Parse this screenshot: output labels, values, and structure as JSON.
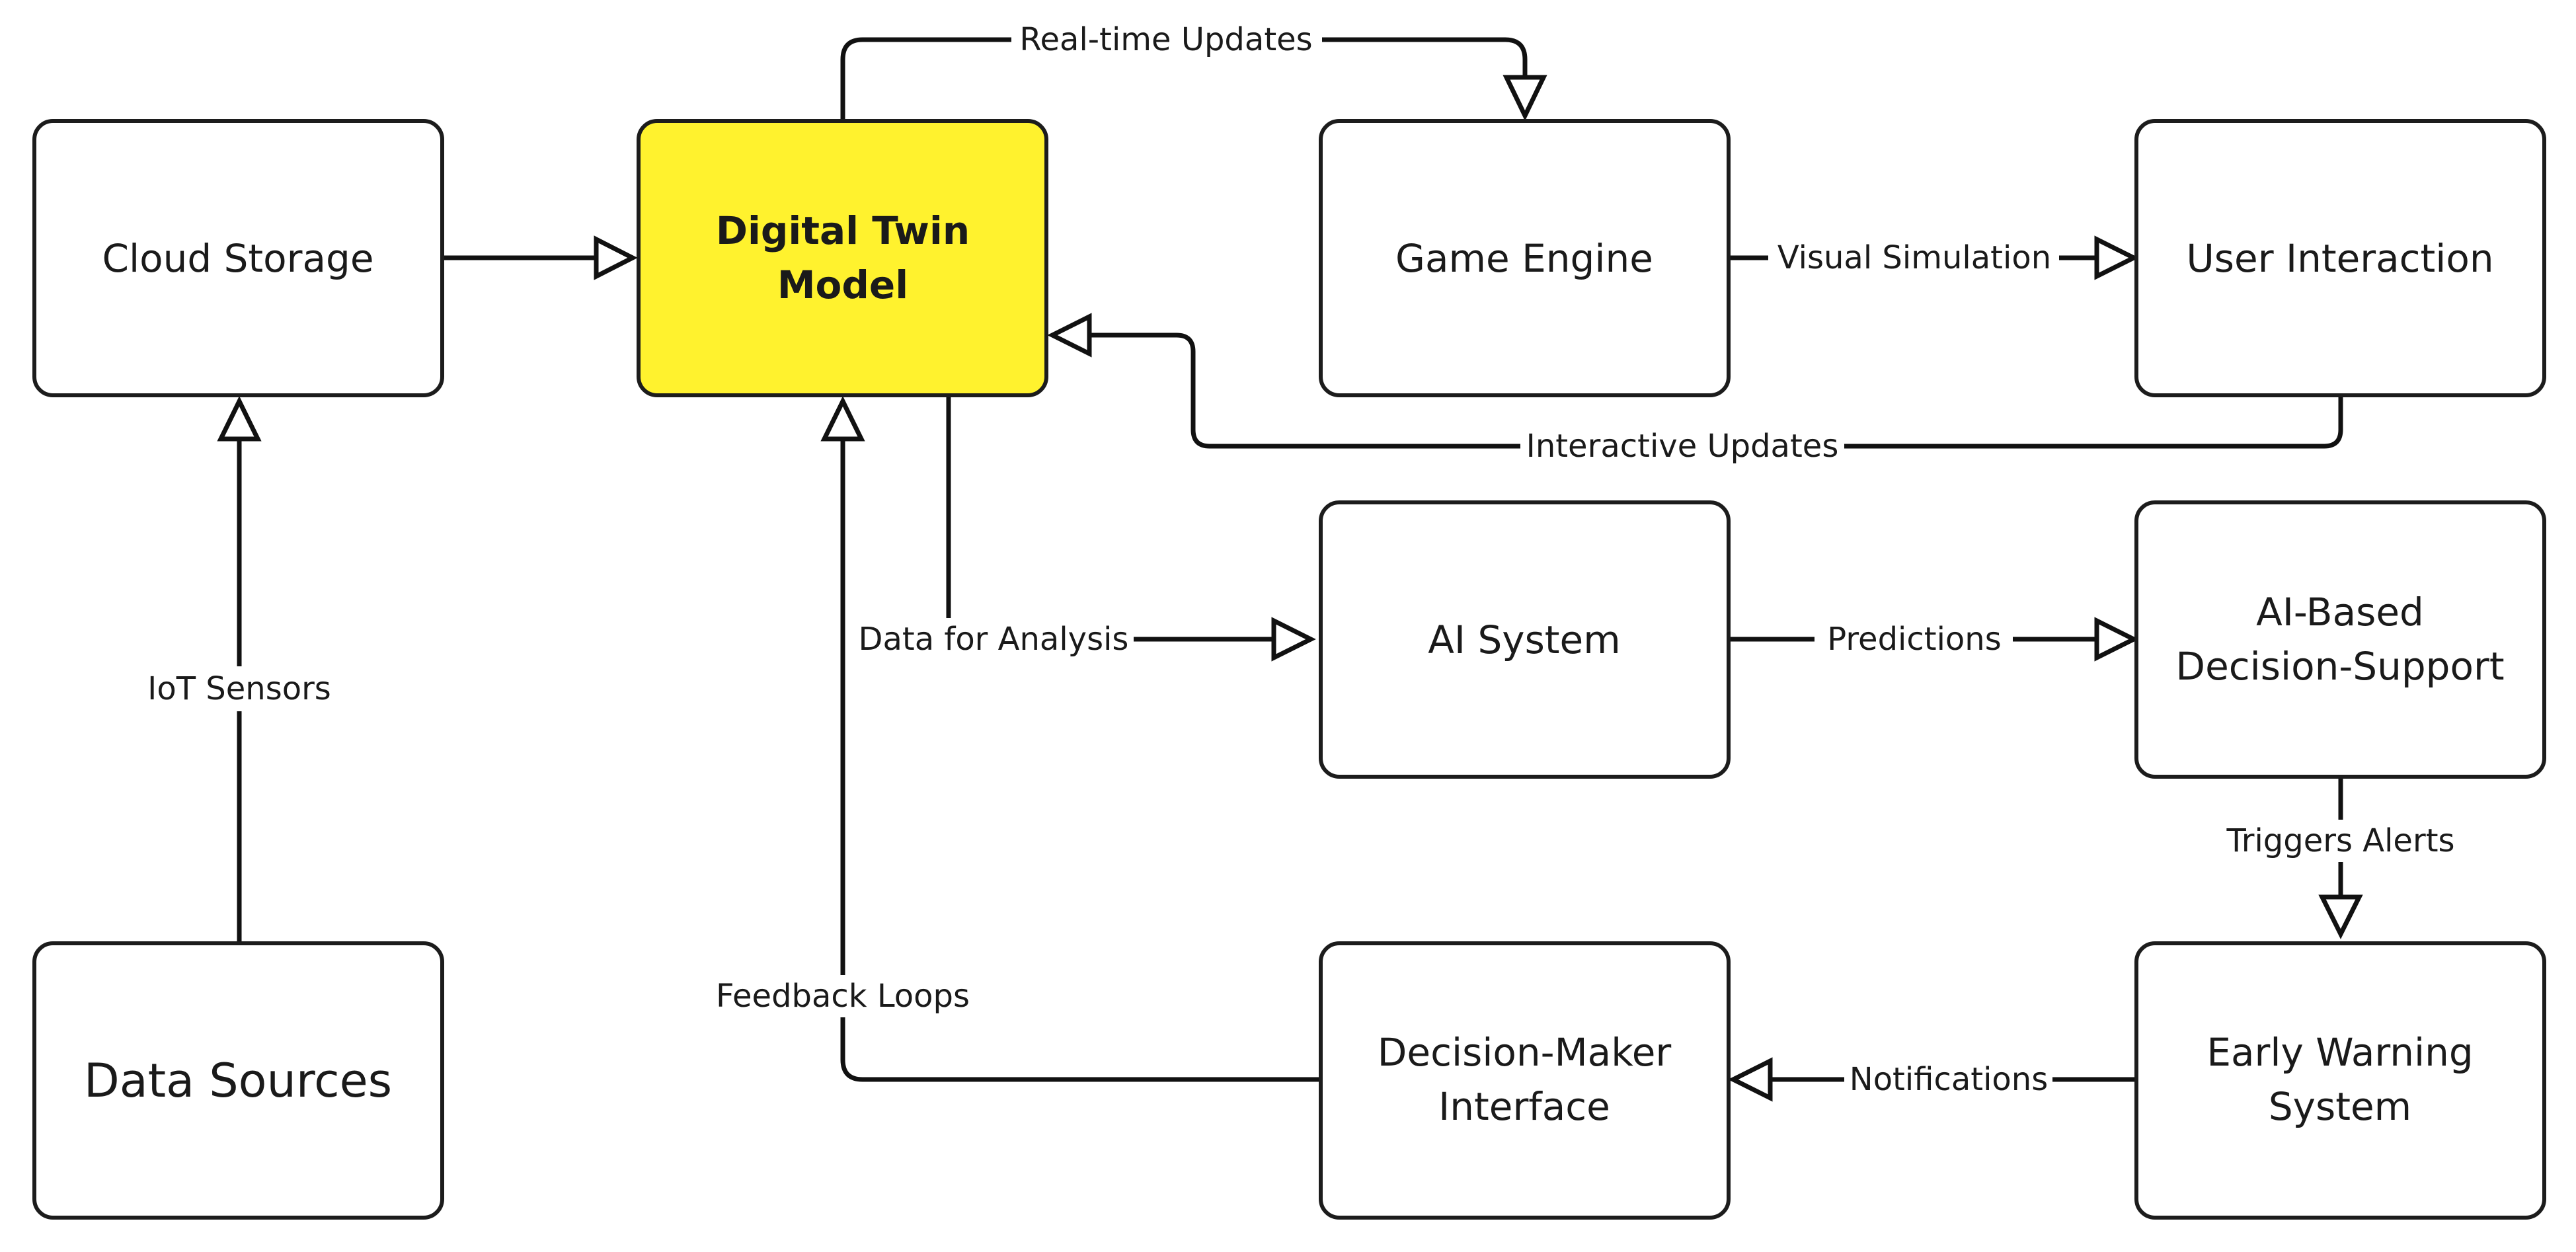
{
  "nodes": {
    "cloud_storage": {
      "label": "Cloud Storage"
    },
    "digital_twin": {
      "line1": "Digital Twin",
      "line2": "Model"
    },
    "game_engine": {
      "label": "Game Engine"
    },
    "user_interaction": {
      "label": "User Interaction"
    },
    "ai_system": {
      "label": "AI System"
    },
    "ai_decision_support": {
      "line1": "AI-Based",
      "line2": "Decision-Support"
    },
    "data_sources": {
      "label": "Data Sources"
    },
    "decision_maker": {
      "line1": "Decision-Maker",
      "line2": "Interface"
    },
    "early_warning": {
      "line1": "Early Warning",
      "line2": "System"
    }
  },
  "edges": {
    "realtime_updates": "Real-time Updates",
    "visual_simulation": "Visual Simulation",
    "interactive_updates": "Interactive Updates",
    "data_for_analysis": "Data for Analysis",
    "predictions": "Predictions",
    "iot_sensors": "IoT Sensors",
    "triggers_alerts": "Triggers Alerts",
    "feedback_loops": "Feedback Loops",
    "notifications": "Notifications"
  },
  "colors": {
    "highlight": "#fff22e",
    "stroke": "#1c1c1c"
  }
}
